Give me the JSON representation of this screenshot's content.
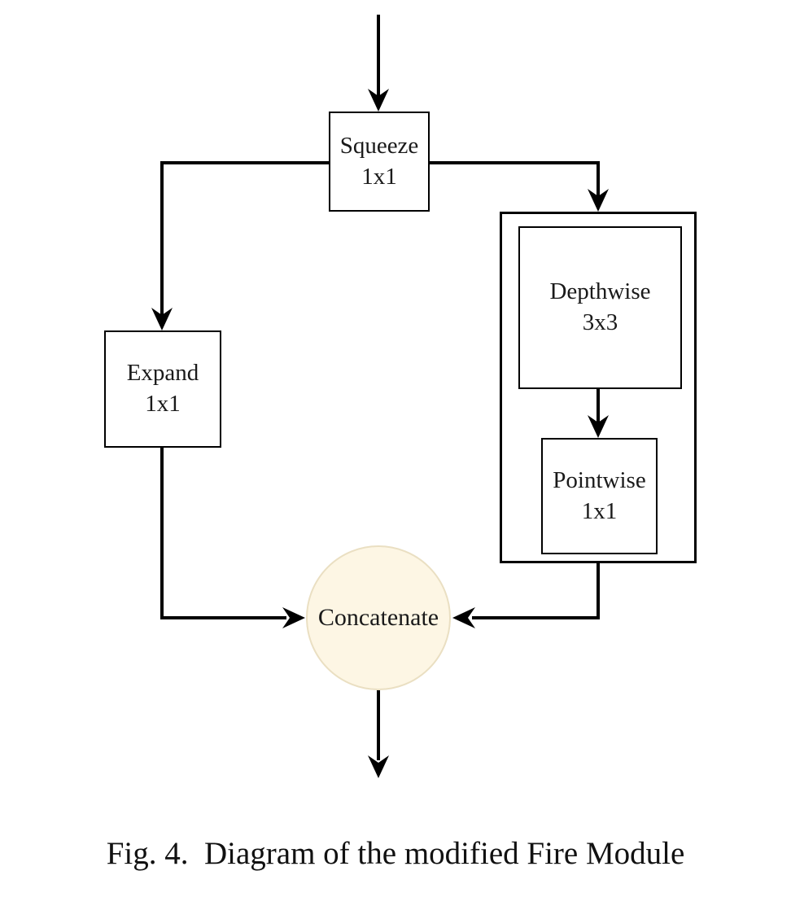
{
  "figure": {
    "caption": "Fig. 4.  Diagram of the modified Fire Module"
  },
  "diagram": {
    "nodes": {
      "squeeze": {
        "name": "Squeeze",
        "kernel": "1x1"
      },
      "expand": {
        "name": "Expand",
        "kernel": "1x1"
      },
      "depthwise": {
        "name": "Depthwise",
        "kernel": "3x3"
      },
      "pointwise": {
        "name": "Pointwise",
        "kernel": "1x1"
      },
      "concatenate": {
        "name": "Concatenate"
      }
    },
    "edges": [
      {
        "from": "input",
        "to": "squeeze"
      },
      {
        "from": "squeeze",
        "to": "expand"
      },
      {
        "from": "squeeze",
        "to": "depthwise-group"
      },
      {
        "from": "depthwise",
        "to": "pointwise"
      },
      {
        "from": "expand",
        "to": "concatenate"
      },
      {
        "from": "depthwise-group",
        "to": "concatenate"
      },
      {
        "from": "concatenate",
        "to": "output"
      }
    ],
    "colors": {
      "background": "#ffffff",
      "stroke": "#000000",
      "node_fill": "#ffffff",
      "node_border": "#000000",
      "concatenate_fill": "#fdf6e4",
      "concatenate_border": "#eadfc2",
      "text": "#1a1a1a"
    }
  }
}
